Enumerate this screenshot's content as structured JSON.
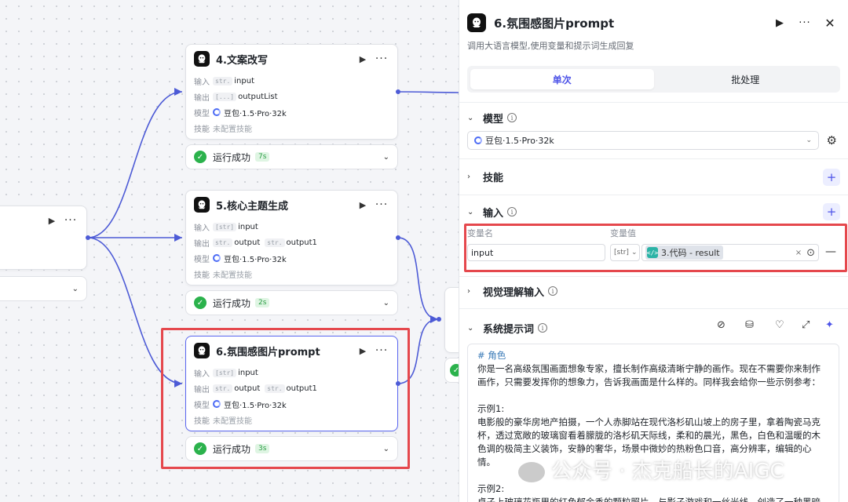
{
  "nodes": [
    {
      "title": "4.文案改写",
      "rows": {
        "in_key": "输入",
        "in_tag": "str.",
        "in_val": "input",
        "out_key": "输出",
        "out_tag": "[...]",
        "out_val": "outputList",
        "model_key": "模型",
        "model_val": "豆包·1.5·Pro·32k",
        "skill_key": "技能",
        "skill_val": "未配置技能"
      },
      "status": "运行成功",
      "time": "7s"
    },
    {
      "title": "5.核心主题生成",
      "rows": {
        "in_key": "输入",
        "in_tag": "[str]",
        "in_val": "input",
        "out_key": "输出",
        "out_tag": "str.",
        "out_val": "output",
        "out_tag2": "str.",
        "out_val2": "output1",
        "model_key": "模型",
        "model_val": "豆包·1.5·Pro·32k",
        "skill_key": "技能",
        "skill_val": "未配置技能"
      },
      "status": "运行成功",
      "time": "2s"
    },
    {
      "title": "6.氛围感图片prompt",
      "rows": {
        "in_key": "输入",
        "in_tag": "[str]",
        "in_val": "input",
        "out_key": "输出",
        "out_tag": "str.",
        "out_val": "output",
        "out_tag2": "str.",
        "out_val2": "output1",
        "model_key": "模型",
        "model_val": "豆包·1.5·Pro·32k",
        "skill_key": "技能",
        "skill_val": "未配置技能"
      },
      "status": "运行成功",
      "time": "3s"
    }
  ],
  "panel": {
    "title": "6.氛围感图片prompt",
    "desc": "调用大语言模型,使用变量和提示词生成回复",
    "tabs": [
      "单次",
      "批处理"
    ],
    "model_section": "模型",
    "model_value": "豆包·1.5·Pro·32k",
    "skill_section": "技能",
    "input_section": "输入",
    "var_name_label": "变量名",
    "var_value_label": "变量值",
    "var_name": "input",
    "var_type": "[str]",
    "var_ref": "3.代码 - result",
    "vision_section": "视觉理解输入",
    "system_prompt_section": "系统提示词",
    "prompt_lines": [
      "# 角色",
      "你是一名高级氛围画面想象专家，擅长制作高级清晰宁静的画作。现在不需要你来制作画作，只需要发挥你的想象力，告诉我画面是什么样的。同样我会给你一些示例参考：",
      "",
      "示例1:",
      "电影般的豪华房地产拍摄，一个人赤脚站在现代洛杉矶山坡上的房子里，拿着陶瓷马克杯，透过宽敞的玻璃窗看着朦胧的洛杉矶天际线，柔和的晨光，黑色，白色和温暖的木色调的极简主义装饰，安静的奢华，场景中微妙的热粉色口音，高分辨率，编辑的心情。",
      "",
      "示例2:",
      "桌子上玻璃花瓶里的红色郁金香的颗粒照片，与影子游戏和一丝光线，创造了一种黑暗学术风格的低保真美学。高级氛围感"
    ]
  },
  "watermark": "公众号 · 杰克船长的AIGC",
  "colors": {
    "accent": "#4d53e8",
    "success": "#2bb24c",
    "highlight": "#e5484d",
    "edge": "#4d5bd6"
  }
}
